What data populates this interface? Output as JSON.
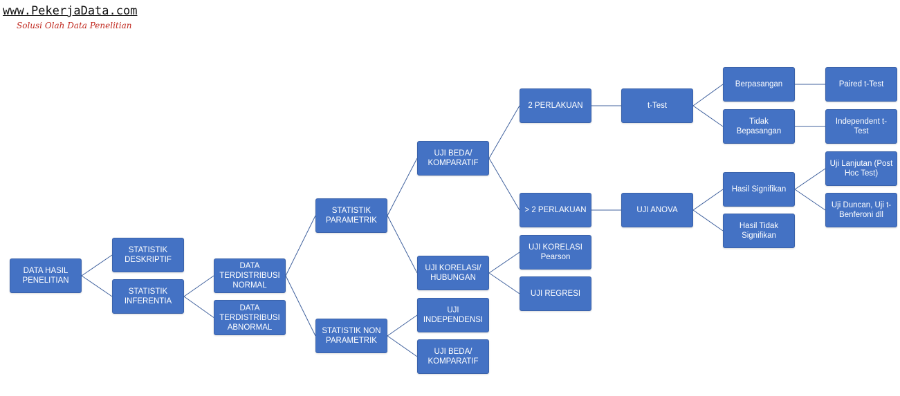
{
  "header": {
    "site": "www.PekerjaData.com",
    "tagline": "Solusi Olah Data Penelitian"
  },
  "colors": {
    "node_fill": "#4472c4",
    "edge": "#41629e",
    "tagline": "#c0271d"
  },
  "diagram": {
    "nodes": {
      "data_hasil": "DATA HASIL\nPENELITIAN",
      "deskriptif": "STATISTIK\nDESKRIPTIF",
      "inferentia": "STATISTIK\nINFERENTIA",
      "normal": "DATA\nTERDISTRIBUSI\nNORMAL",
      "abnormal": "DATA\nTERDISTRIBUSI\nABNORMAL",
      "parametrik": "STATISTIK\nPARAMETRIK",
      "non_parametrik": "STATISTIK NON\nPARAMETRIK",
      "uji_beda": "UJI BEDA/\nKOMPARATIF",
      "uji_korelasi": "UJI KORELASI/\nHUBUNGAN",
      "uji_independensi": "UJI\nINDEPENDENSI",
      "uji_beda_np": "UJI BEDA/\nKOMPARATIF",
      "dua_perlakuan": "2 PERLAKUAN",
      "lebih_dua_perlakuan": "> 2 PERLAKUAN",
      "korelasi_pearson": "UJI KORELASI\nPearson",
      "uji_regresi": "UJI REGRESI",
      "t_test": "t-Test",
      "uji_anova": "UJI ANOVA",
      "berpasangan": "Berpasangan",
      "tidak_berpasangan": "Tidak Bepasangan",
      "hasil_signifikan": "Hasil Signifikan",
      "hasil_tidak_signifikan": "Hasil Tidak\nSignifikan",
      "paired_t_test": "Paired t-Test",
      "independent_t_test": "Independent t-\nTest",
      "uji_lanjutan": "Uji Lanjutan (Post\nHoc Test)",
      "uji_duncan": "Uji Duncan, Uji t-\nBenferoni dll"
    },
    "edges": [
      [
        "data_hasil",
        "deskriptif"
      ],
      [
        "data_hasil",
        "inferentia"
      ],
      [
        "inferentia",
        "normal"
      ],
      [
        "inferentia",
        "abnormal"
      ],
      [
        "normal",
        "parametrik"
      ],
      [
        "normal",
        "non_parametrik"
      ],
      [
        "parametrik",
        "uji_beda"
      ],
      [
        "parametrik",
        "uji_korelasi"
      ],
      [
        "non_parametrik",
        "uji_independensi"
      ],
      [
        "non_parametrik",
        "uji_beda_np"
      ],
      [
        "uji_beda",
        "dua_perlakuan"
      ],
      [
        "uji_beda",
        "lebih_dua_perlakuan"
      ],
      [
        "uji_korelasi",
        "korelasi_pearson"
      ],
      [
        "uji_korelasi",
        "uji_regresi"
      ],
      [
        "dua_perlakuan",
        "t_test"
      ],
      [
        "lebih_dua_perlakuan",
        "uji_anova"
      ],
      [
        "t_test",
        "berpasangan"
      ],
      [
        "t_test",
        "tidak_berpasangan"
      ],
      [
        "uji_anova",
        "hasil_signifikan"
      ],
      [
        "uji_anova",
        "hasil_tidak_signifikan"
      ],
      [
        "berpasangan",
        "paired_t_test"
      ],
      [
        "tidak_berpasangan",
        "independent_t_test"
      ],
      [
        "hasil_signifikan",
        "uji_lanjutan"
      ],
      [
        "hasil_signifikan",
        "uji_duncan"
      ]
    ]
  }
}
